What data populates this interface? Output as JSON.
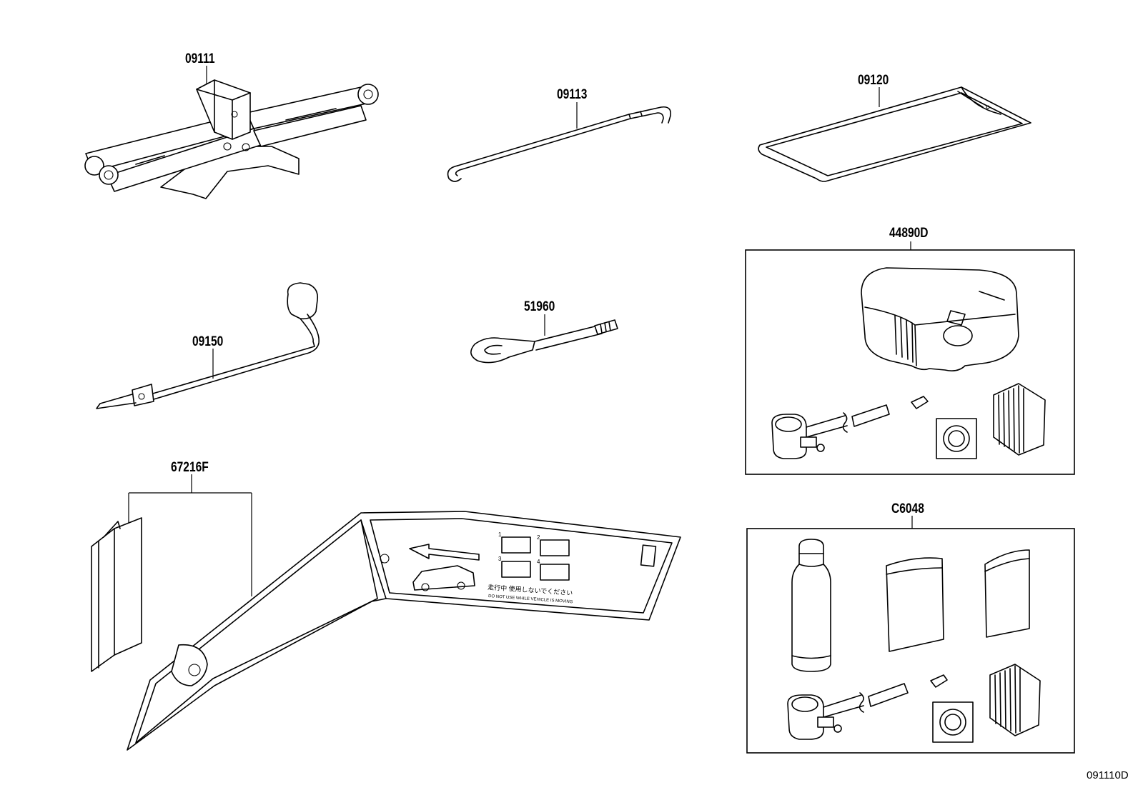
{
  "parts": [
    {
      "number": "09111",
      "icon": "scissor-jack-icon"
    },
    {
      "number": "09113",
      "icon": "jack-handle-rod-icon"
    },
    {
      "number": "09120",
      "icon": "tool-bag-icon"
    },
    {
      "number": "44890D",
      "icon": "tire-repair-compressor-kit-icon"
    },
    {
      "number": "09150",
      "icon": "lug-wrench-icon"
    },
    {
      "number": "51960",
      "icon": "towing-eye-hook-icon"
    },
    {
      "number": "67216F",
      "icon": "instruction-label-icon"
    },
    {
      "number": "C6048",
      "icon": "tire-sealant-kit-icon"
    }
  ],
  "label_panel": {
    "caption_jp": "走行中 使用しないでください",
    "caption_en": "DO NOT USE WHILE VEHICLE IS MOVING",
    "step_numbers": [
      "1",
      "2",
      "3",
      "4"
    ]
  },
  "figure_id": "091110D"
}
